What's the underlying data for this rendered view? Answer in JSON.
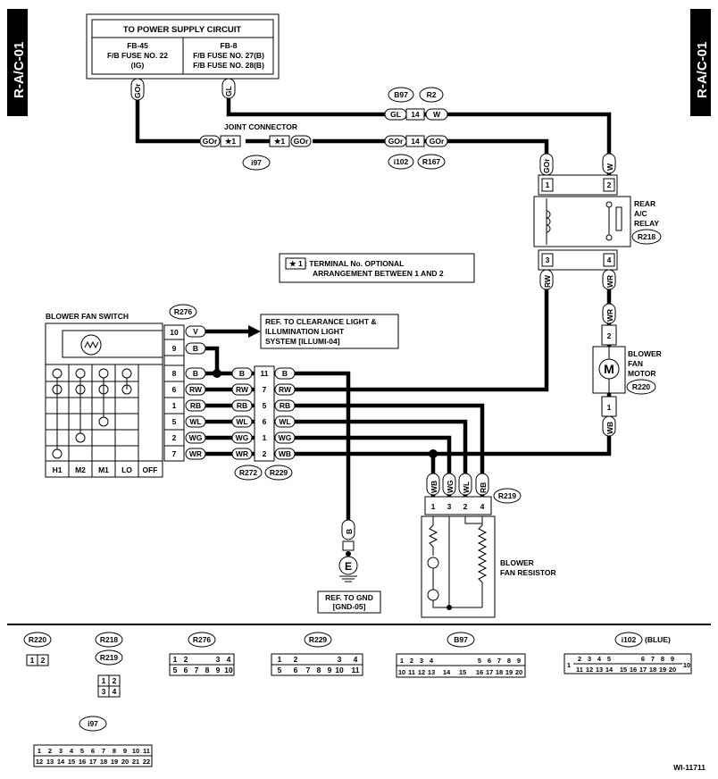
{
  "side_tab": "R-A/C-01",
  "power_box": {
    "title": "TO POWER SUPPLY CIRCUIT",
    "left": [
      "FB-45",
      "F/B FUSE NO. 22",
      "(IG)"
    ],
    "right": [
      "FB-8",
      "F/B FUSE NO. 27(B)",
      "F/B FUSE NO. 28(B)"
    ]
  },
  "joint_connector_label": "JOINT CONNECTOR",
  "note": [
    "★ 1 : TERMINAL No. OPTIONAL",
    "ARRANGEMENT BETWEEN 1 AND 2"
  ],
  "ref_illum": [
    "REF. TO CLEARANCE LIGHT &",
    "ILLUMINATION LIGHT",
    "SYSTEM [ILLUMI-04]"
  ],
  "ref_gnd": [
    "REF. TO GND",
    "[GND-05]"
  ],
  "components": {
    "blower_fan_switch": "BLOWER FAN SWITCH",
    "rear_ac_relay": [
      "REAR",
      "A/C",
      "RELAY"
    ],
    "blower_fan_motor": [
      "BLOWER",
      "FAN",
      "MOTOR"
    ],
    "blower_fan_resistor": [
      "BLOWER",
      "FAN RESISTOR"
    ]
  },
  "connector_ids": {
    "b97": "B97",
    "r2": "R2",
    "i97": "i97",
    "i102": "i102",
    "r167": "R167",
    "r218": "R218",
    "r220": "R220",
    "r276": "R276",
    "r272": "R272",
    "r229": "R229",
    "r219": "R219"
  },
  "switch_positions": [
    "H1",
    "M2",
    "M1",
    "LO",
    "OFF"
  ],
  "wire_colors": {
    "gor": "GOr",
    "gl": "GL",
    "w": "W",
    "b": "B",
    "v": "V",
    "rw": "RW",
    "rb": "RB",
    "wl": "WL",
    "wg": "WG",
    "wr": "WR",
    "wb": "WB"
  },
  "star1": "★1",
  "ground": "E",
  "legend": {
    "i102_note": "(BLUE)"
  },
  "figure_id": "WI-11711"
}
